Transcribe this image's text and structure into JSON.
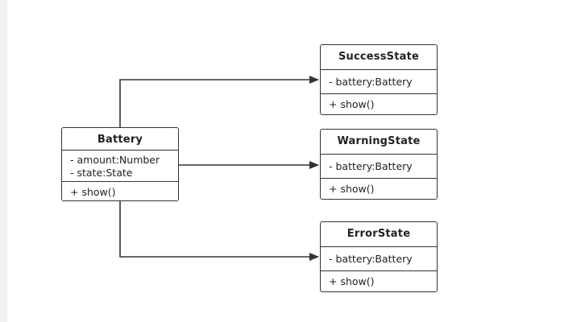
{
  "classes": {
    "battery": {
      "name": "Battery",
      "attributes": [
        "- amount:Number",
        "- state:State"
      ],
      "operations": [
        "+ show()"
      ]
    },
    "success_state": {
      "name": "SuccessState",
      "attributes": [
        "- battery:Battery"
      ],
      "operations": [
        "+ show()"
      ]
    },
    "warning_state": {
      "name": "WarningState",
      "attributes": [
        "- battery:Battery"
      ],
      "operations": [
        "+ show()"
      ]
    },
    "error_state": {
      "name": "ErrorState",
      "attributes": [
        "- battery:Battery"
      ],
      "operations": [
        "+ show()"
      ]
    }
  },
  "colors": {
    "stroke": "#333333",
    "background": "#ffffff"
  }
}
